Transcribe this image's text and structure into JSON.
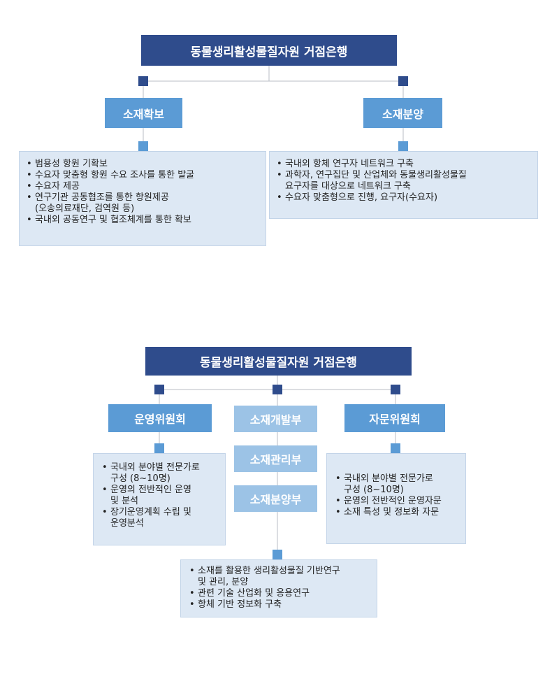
{
  "diagram1": {
    "root": "동물생리활성물질자원 거점은행",
    "left": {
      "title": "소재확보",
      "items": [
        [
          "범용성 항원 기확보"
        ],
        [
          "수요자 맞춤형 항원 수요 조사를 통한 발굴"
        ],
        [
          "수요자 제공"
        ],
        [
          "연구기관 공동협조를 통한 항원제공",
          "(오송의료재단, 검역원 등)"
        ],
        [
          "국내외 공동연구 및 협조체계를 통한 확보"
        ]
      ]
    },
    "right": {
      "title": "소재분양",
      "items": [
        [
          "국내외 항체 연구자 네트워크 구축"
        ],
        [
          "과학자, 연구집단 및 산업체와 동물생리활성물질",
          "요구자를 대상으로 네트워크 구축"
        ],
        [
          "수요자 맞춤형으로 진행, 요구자(수요자)"
        ]
      ]
    }
  },
  "diagram2": {
    "root": "동물생리활성물질자원 거점은행",
    "left": {
      "title": "운영위원회",
      "items": [
        [
          "국내외 분야별 전문가로",
          "구성 (8~10명)"
        ],
        [
          "운영의 전반적인 운영",
          "및 분석"
        ],
        [
          "장기운영계획 수립 및",
          "운영분석"
        ]
      ]
    },
    "center": [
      "소재개발부",
      "소재관리부",
      "소재분양부"
    ],
    "right": {
      "title": "자문위원회",
      "items": [
        [
          "국내외 분야별 전문가로",
          "구성 (8~10명)"
        ],
        [
          "운영의 전반적인 운영자문"
        ],
        [
          "소재 특성 및 정보화 자문"
        ]
      ]
    },
    "bottom": {
      "items": [
        [
          "소재를 활용한 생리활성물질 기반연구",
          "및 관리, 분양"
        ],
        [
          "관련 기술 산업화 및 응용연구"
        ],
        [
          "항체 기반 정보화 구축"
        ]
      ]
    }
  }
}
